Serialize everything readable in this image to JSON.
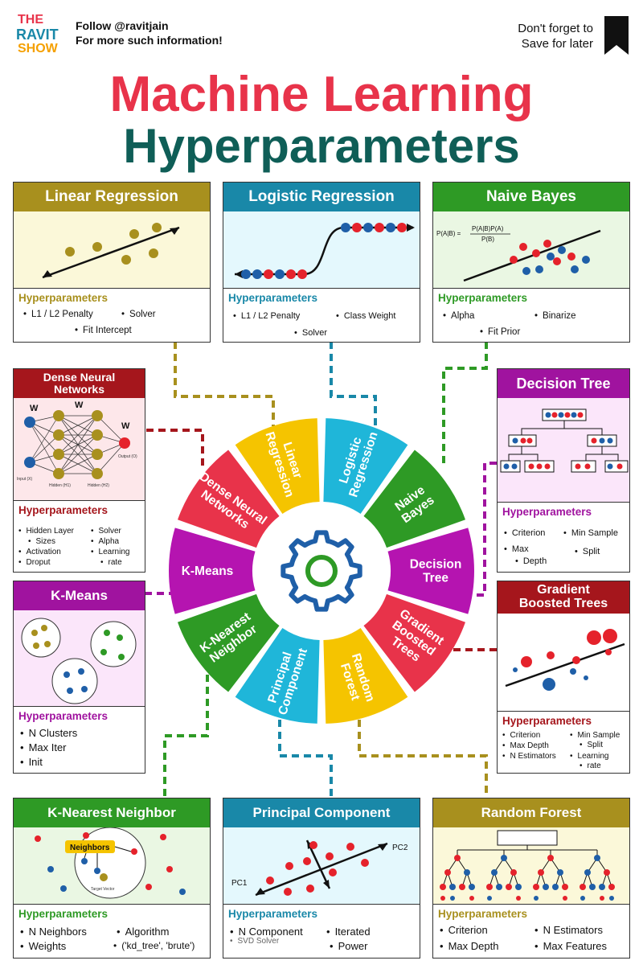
{
  "brand": {
    "logo_lines": [
      "THE",
      "RAVIT",
      "SHOW"
    ],
    "follow": "Follow @ravitjain",
    "more": "For more such information!"
  },
  "save": {
    "line1": "Don't forget to",
    "line2": "Save for later"
  },
  "title": {
    "line1": "Machine Learning",
    "line2": "Hyperparameters"
  },
  "hp_label": "Hyperparameters",
  "colors": {
    "red": "#e8334a",
    "teal": "#0f5e57",
    "olive": "#a8901e",
    "blue": "#1988a8",
    "green": "#2e9a25",
    "purple": "#a0139f",
    "crimson": "#a5161c"
  },
  "cards": {
    "linear": {
      "title": "Linear Regression",
      "items": [
        "L1 / L2 Penalty",
        "Solver",
        "Fit Intercept"
      ]
    },
    "logistic": {
      "title": "Logistic Regression",
      "items": [
        "L1 / L2 Penalty",
        "Class Weight",
        "Solver"
      ]
    },
    "naive": {
      "title": "Naive Bayes",
      "formula_lhs": "P(A|B) =",
      "formula_num": "P(A|B)P(A)",
      "formula_den": "P(B)",
      "items": [
        "Alpha",
        "Binarize",
        "Fit Prior"
      ]
    },
    "dense": {
      "title_l1": "Dense Neural",
      "title_l2": "Networks",
      "w": "W",
      "lbl_input": "Input (X)",
      "lbl_h1": "Hidden (H1)",
      "lbl_h2": "Hidden (H2)",
      "lbl_out": "Output (O)",
      "items": [
        "Hidden Layer",
        "Sizes",
        "Activation",
        "Droput",
        "Solver",
        "Alpha",
        "Learning",
        "rate"
      ]
    },
    "decision": {
      "title": "Decision Tree",
      "items": [
        "Criterion",
        "Min Sample",
        "Max",
        "Depth",
        "Split"
      ]
    },
    "kmeans": {
      "title": "K-Means",
      "items": [
        "N Clusters",
        "Max Iter",
        "Init"
      ]
    },
    "gbt": {
      "title_l1": "Gradient",
      "title_l2": "Boosted Trees",
      "items": [
        "Criterion",
        "Max Depth",
        "N Estimators",
        "Min Sample",
        "Split",
        "Learning",
        "rate"
      ]
    },
    "knn": {
      "title": "K-Nearest Neighbor",
      "neighbors": "Neighbors",
      "target": "Target Vector",
      "items": [
        "N Neighbors",
        "Weights",
        "Algorithm",
        "('kd_tree', 'brute')"
      ]
    },
    "pca": {
      "title": "Principal Component",
      "pc1": "PC1",
      "pc2": "PC2",
      "items": [
        "N Component",
        "SVD Solver",
        "Iterated",
        "Power"
      ]
    },
    "rf": {
      "title": "Random Forest",
      "items": [
        "Criterion",
        "Max Depth",
        "N Estimators",
        "Max Features"
      ]
    }
  },
  "wheel": {
    "center_icon": "gear-icon",
    "segments": [
      {
        "l1": "Linear",
        "l2": "Regression",
        "color": "#f5c400"
      },
      {
        "l1": "Logistic",
        "l2": "Regression",
        "color": "#1fb6d9"
      },
      {
        "l1": "Naive",
        "l2": "Bayes",
        "color": "#2e9a25"
      },
      {
        "l1": "Decision",
        "l2": "Tree",
        "color": "#b514b0"
      },
      {
        "l1": "Gradient",
        "l2": "Boosted",
        "l3": "Trees",
        "color": "#e8334a"
      },
      {
        "l1": "Random",
        "l2": "Forest",
        "color": "#f5c400"
      },
      {
        "l1": "Principal",
        "l2": "Component",
        "color": "#1fb6d9"
      },
      {
        "l1": "K-Nearest",
        "l2": "Neighbor",
        "color": "#2e9a25"
      },
      {
        "l1": "K-Means",
        "color": "#b514b0"
      },
      {
        "l1": "Dense Neural",
        "l2": "Networks",
        "color": "#e8334a"
      }
    ]
  }
}
